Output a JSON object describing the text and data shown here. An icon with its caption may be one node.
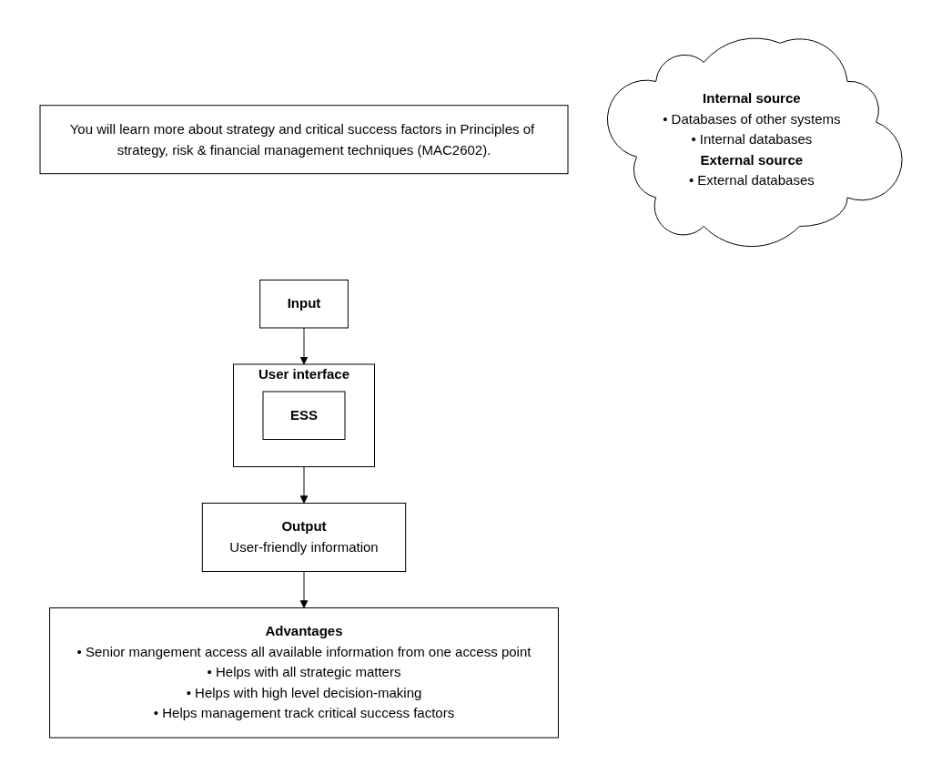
{
  "diagram": {
    "nodes": [
      {
        "text": [
          "You will learn more about strategy and critical success factors in Principles of strategy, risk & financial management techniques (MAC2602)."
        ]
      },
      {
        "text": [
          "Input"
        ]
      },
      {
        "text": [
          "User interface"
        ]
      },
      {
        "text": [
          "ESS"
        ],
        "in": 2
      },
      {
        "text": [
          "Internal source",
          "• Databases of other systems",
          "• Internal databases",
          "External source",
          "• External databases"
        ]
      },
      {
        "text": [
          "Output",
          "User-friendly information"
        ]
      },
      {
        "text": [
          "Advantages",
          "• Senior mangement access all available information from one access point",
          "• Helps with all strategic matters",
          "• Helps with high level decision-making",
          "• Helps management track critical success factors"
        ]
      }
    ],
    "edges": [
      {
        "from": 1,
        "to": 2,
        "arrow": "to"
      },
      {
        "from": 2,
        "to": 5,
        "arrow": "to"
      },
      {
        "from": 5,
        "to": 6,
        "arrow": "to"
      }
    ]
  }
}
